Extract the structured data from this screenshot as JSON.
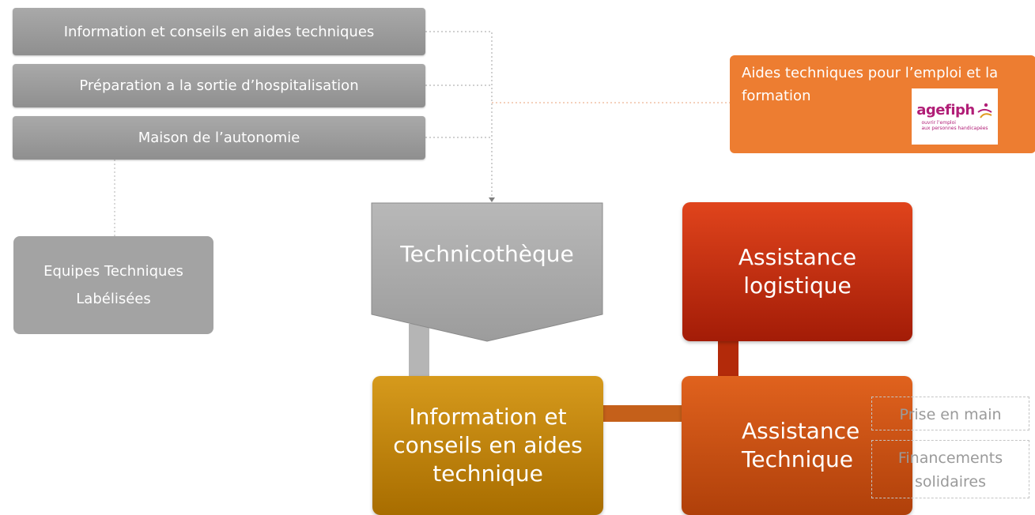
{
  "top_bars": [
    {
      "label": "Information et conseils en aides techniques"
    },
    {
      "label": "Préparation a la sortie d’hospitalisation"
    },
    {
      "label": "Maison de l’autonomie"
    }
  ],
  "equipes": {
    "line1": "Equipes Techniques",
    "line2": "Labélisées"
  },
  "agefiph_box": {
    "text": "Aides techniques pour l’emploi et la formation",
    "logo_word": "agefiph",
    "logo_tag_1": "ouvrir l’emploi",
    "logo_tag_2": "aux personnes handicapées"
  },
  "technicotheque": {
    "label": "Technicothèque"
  },
  "assistance_logistique": {
    "line1": "Assistance",
    "line2": "logistique"
  },
  "information_box": {
    "line1": "Information et",
    "line2": "conseils en aides",
    "line3": "technique"
  },
  "assistance_technique": {
    "line1": "Assistance",
    "line2": "Technique"
  },
  "side_labels": {
    "prise": "Prise en main",
    "fin1": "Financements",
    "fin2": "solidaires"
  },
  "colors": {
    "gray": "#a3a3a3",
    "orange": "#ed7d31",
    "red": "#c0300f",
    "gold": "#bf8410",
    "dark_orange": "#c8501a",
    "agefiph_magenta": "#b11e77"
  }
}
